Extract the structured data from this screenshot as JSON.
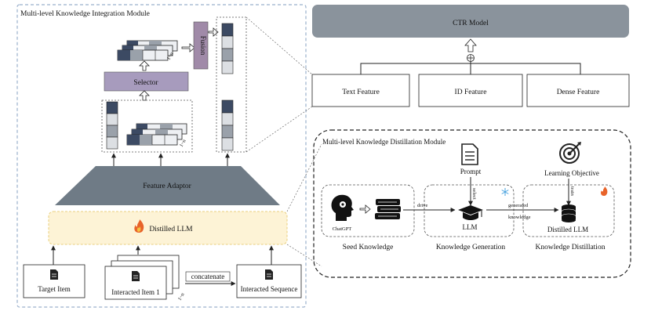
{
  "left_module": {
    "title": "Multi-level Knowledge Integration Module",
    "fusion_label": "Fusion",
    "selector_label": "Selector",
    "feature_adaptor_label": "Feature Adaptor",
    "distilled_llm_label": "Distilled LLM",
    "target_item_label": "Target Item",
    "interacted_item_label": "Interacted Item 1",
    "concatenate_label": "concatenate",
    "interacted_sequence_label": "Interacted Sequence",
    "depth_tag_a": "1~n",
    "depth_tag_b": "1~n",
    "depth_tag_c": "1~n"
  },
  "right_top": {
    "ctr_model_label": "CTR Model",
    "text_feature_label": "Text Feature",
    "id_feature_label": "ID Feature",
    "dense_feature_label": "Dense Feature"
  },
  "distillation_module": {
    "title": "Multi-level Knowledge Distillation Module",
    "prompt_label": "Prompt",
    "learning_objective_label": "Learning Objective",
    "chatgpt_label": "ChatGPT",
    "drive_label": "drive",
    "select_label": "select",
    "llm_label": "LLM",
    "generated_knowledge_label_1": "generated",
    "generated_knowledge_label_2": "knowledge",
    "train_label": "train",
    "distilled_llm_label": "Distilled LLM",
    "seed_knowledge_label": "Seed Knowledge",
    "knowledge_generation_label": "Knowledge Generation",
    "knowledge_distillation_label": "Knowledge Distillation"
  },
  "colors": {
    "ctr_box": "#8a939c",
    "adaptor": "#6f7b86",
    "selector": "#a79bbd",
    "fusion": "#a08aa8",
    "llm_box": "#fdf3d6",
    "llm_border": "#e9cf7d",
    "dark_cell": "#3c4a63",
    "mid_cell": "#9aa1aa",
    "light_cell": "#dcdfe3",
    "dash_blue": "#9ab0cc"
  },
  "icons": [
    "document-icon",
    "gear-head-icon",
    "books-icon",
    "graduation-cap-icon",
    "target-icon",
    "database-icon",
    "fire-icon",
    "snowflake-icon"
  ]
}
